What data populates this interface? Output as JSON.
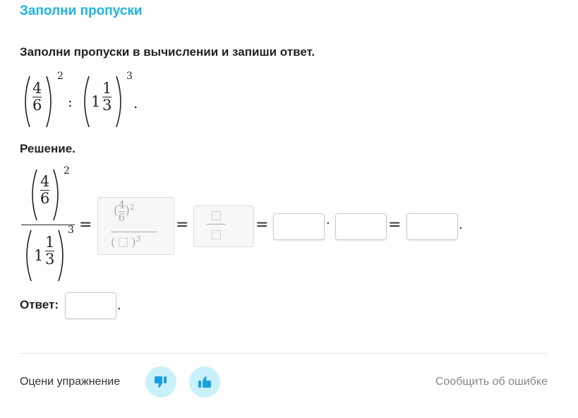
{
  "header": {
    "title": "Заполни пропуски"
  },
  "task": {
    "instruction": "Заполни пропуски в вычислении и запиши ответ."
  },
  "expression": {
    "num": "4",
    "den": "6",
    "exp1": "2",
    "op": ":",
    "whole": "1",
    "num2": "1",
    "den2": "3",
    "exp2": "3",
    "dot": "."
  },
  "solution": {
    "label": "Решение.",
    "eq": "=",
    "times": "·",
    "dot": "."
  },
  "answer": {
    "label": "Ответ:",
    "value": "",
    "dot": "."
  },
  "footer": {
    "rate_label": "Оцени упражнение",
    "report_link": "Сообщить об ошибке"
  },
  "colors": {
    "accent": "#1cb5e0",
    "thumb": "#1a9fe0",
    "thumb_bg": "#c9f1fb"
  }
}
